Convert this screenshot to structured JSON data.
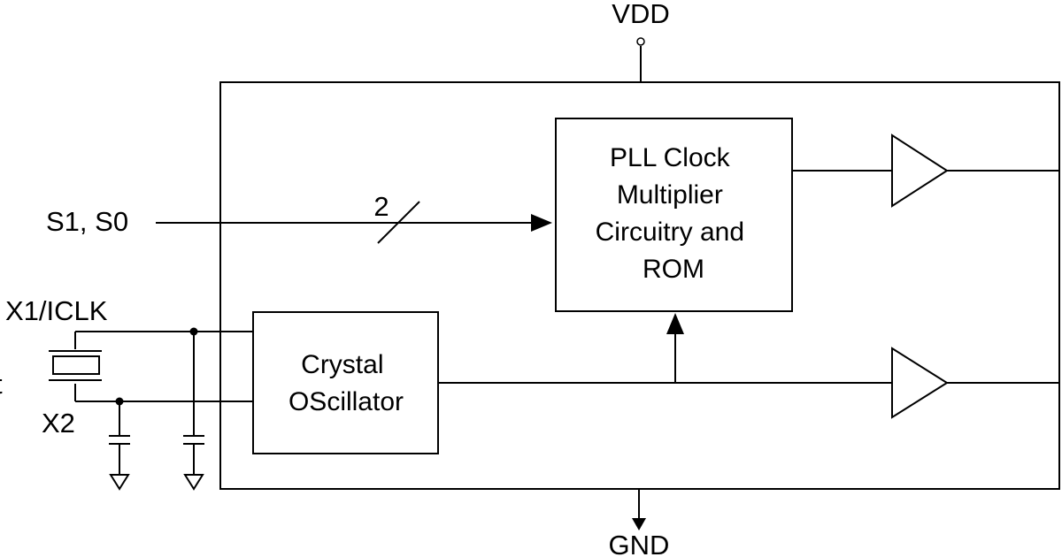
{
  "diagram": {
    "pins": {
      "vdd": "VDD",
      "gnd": "GND",
      "select": "S1, S0",
      "x1": "X1/ICLK",
      "x2": "X2",
      "crystal_cut": "t"
    },
    "bus_width": "2",
    "pll_block": {
      "lines": [
        "PLL Clock",
        "Multiplier",
        "Circuitry and",
        "ROM"
      ]
    },
    "oscillator_block": {
      "lines": [
        "Crystal",
        "OScillator"
      ]
    }
  }
}
